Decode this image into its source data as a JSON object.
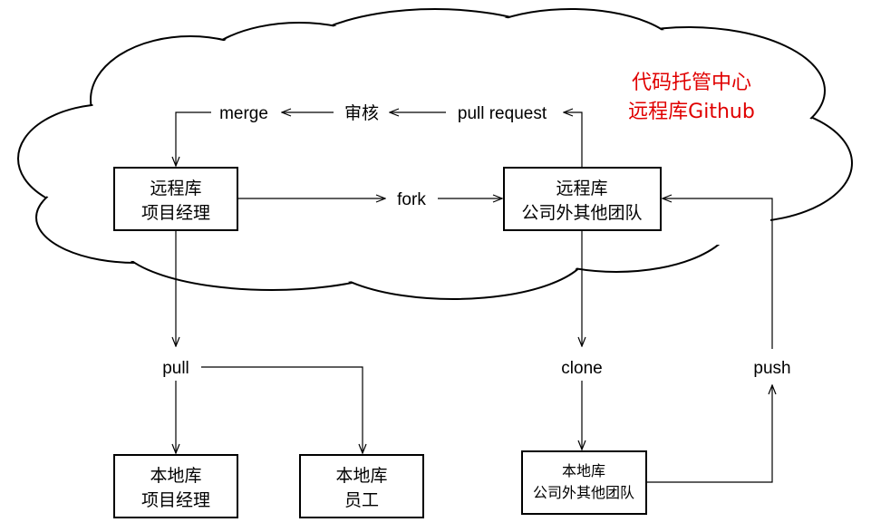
{
  "cloud": {
    "title_line1": "代码托管中心",
    "title_line2": "远程库Github",
    "title_color": "#e00000"
  },
  "nodes": {
    "remote_pm": {
      "line1": "远程库",
      "line2": "项目经理"
    },
    "remote_team": {
      "line1": "远程库",
      "line2": "公司外其他团队"
    },
    "local_pm": {
      "line1": "本地库",
      "line2": "项目经理"
    },
    "local_staff": {
      "line1": "本地库",
      "line2": "员工"
    },
    "local_team": {
      "line1": "本地库",
      "line2": "公司外其他团队"
    }
  },
  "edges": {
    "merge": "merge",
    "review": "审核",
    "pull_request": "pull request",
    "fork": "fork",
    "pull": "pull",
    "clone": "clone",
    "push": "push"
  }
}
